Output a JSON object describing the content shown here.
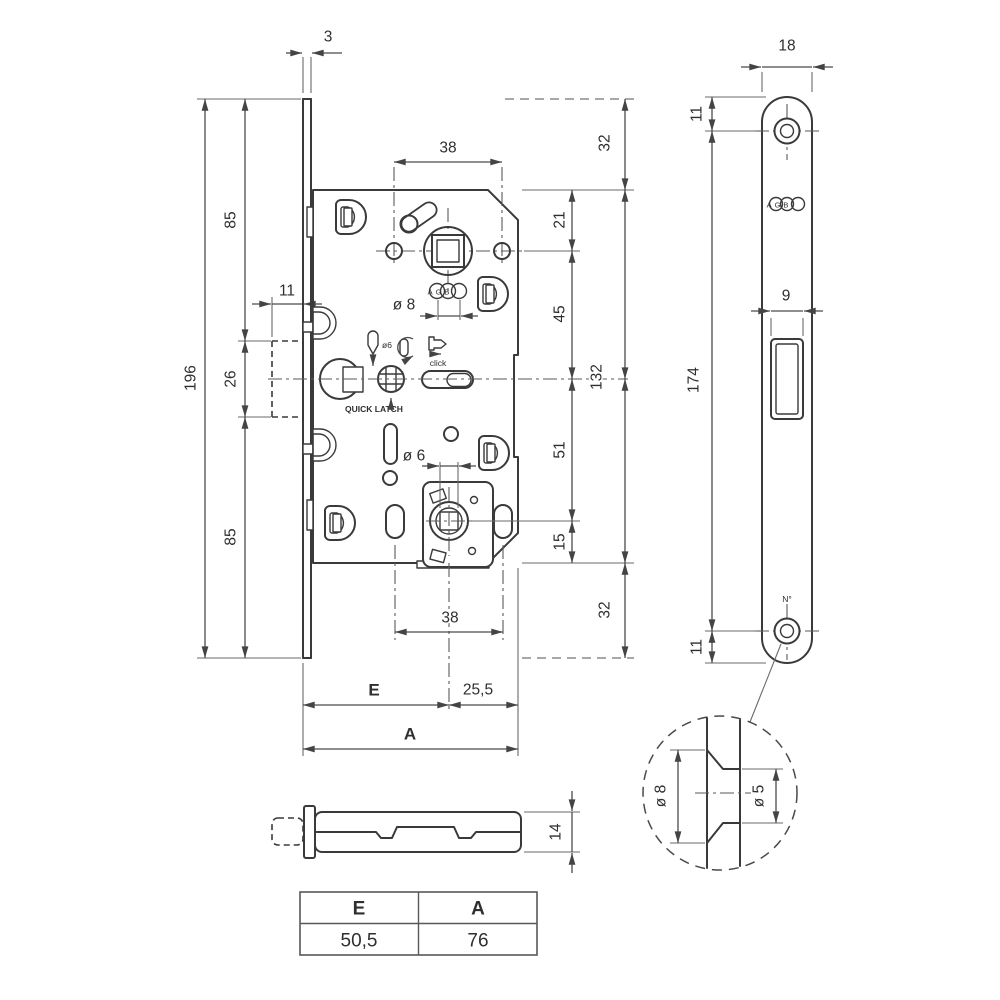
{
  "main_view": {
    "plate_thickness": "3",
    "plate_height": "196",
    "seg_upper": "85",
    "seg_magnet": "26",
    "seg_lower": "85",
    "magnet_width": "11",
    "top_holes_spacing": "38",
    "bottom_holes_spacing": "38",
    "spindle_dia": "ø 8",
    "pin_dia": "ø6",
    "wc_dia": "ø 6",
    "quick_latch": "QUICK LATCH",
    "click": "click",
    "brand": "AGB",
    "offset_top": "32",
    "body_to_handle": "21",
    "handle_to_center": "45",
    "body_height": "132",
    "center_to_wc": "51",
    "wc_to_bottom": "15",
    "offset_bottom": "32",
    "backset_label": "E",
    "wc_offset": "25,5",
    "depth_label": "A"
  },
  "plate_view": {
    "width": "18",
    "screw_top": "11",
    "screw_spacing": "174",
    "latch_width": "9",
    "screw_bottom": "11",
    "brand": "AGB",
    "serial": "N°"
  },
  "detail_view": {
    "outer_dia": "ø 8",
    "inner_dia": "ø 5"
  },
  "side_view": {
    "thickness": "14"
  },
  "table": {
    "headers": [
      "E",
      "A"
    ],
    "values": [
      "50,5",
      "76"
    ]
  }
}
